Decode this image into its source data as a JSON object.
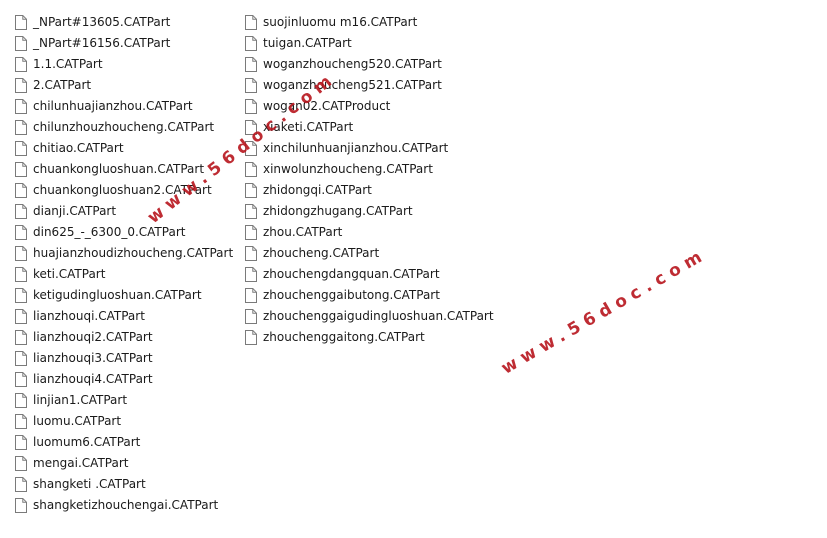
{
  "file_list": {
    "icon": "file-icon",
    "column_1": [
      "_NPart#13605.CATPart",
      "_NPart#16156.CATPart",
      "1.1.CATPart",
      "2.CATPart",
      "chilunhuajianzhou.CATPart",
      "chilunzhouzhoucheng.CATPart",
      "chitiao.CATPart",
      "chuankongluoshuan.CATPart",
      "chuankongluoshuan2.CATPart",
      "dianji.CATPart",
      "din625_-_6300_0.CATPart",
      "huajianzhoudizhoucheng.CATPart",
      "keti.CATPart",
      "ketigudingluoshuan.CATPart",
      "lianzhouqi.CATPart",
      "lianzhouqi2.CATPart",
      "lianzhouqi3.CATPart",
      "lianzhouqi4.CATPart",
      "linjian1.CATPart",
      "luomu.CATPart",
      "luomum6.CATPart",
      "mengai.CATPart",
      "shangketi .CATPart",
      "shangketizhouchengai.CATPart"
    ],
    "column_2": [
      "suojinluomu m16.CATPart",
      "tuigan.CATPart",
      "woganzhoucheng520.CATPart",
      "woganzhoucheng521.CATPart",
      "wogan02.CATProduct",
      "xiaketi.CATPart",
      "xinchilunhuanjianzhou.CATPart",
      "xinwolunzhoucheng.CATPart",
      "zhidongqi.CATPart",
      "zhidongzhugang.CATPart",
      "zhou.CATPart",
      "zhoucheng.CATPart",
      "zhouchengdangquan.CATPart",
      "zhouchenggaibutong.CATPart",
      "zhouchenggaigudingluoshuan.CATPart",
      "zhouchenggaitong.CATPart"
    ]
  },
  "watermarks": {
    "text_1": "www.56doc.com",
    "text_2": "www.56doc.com",
    "color": "#b8161e"
  }
}
